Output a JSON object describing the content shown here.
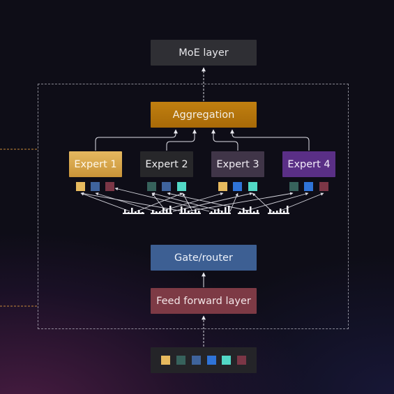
{
  "diagram": {
    "moe_layer_label": "MoE layer",
    "aggregation_label": "Aggregation",
    "gate_router_label": "Gate/router",
    "feed_forward_label": "Feed forward layer",
    "experts": [
      {
        "label": "Expert 1"
      },
      {
        "label": "Expert 2"
      },
      {
        "label": "Expert 3"
      },
      {
        "label": "Expert 4"
      }
    ]
  },
  "colors": {
    "token_gold": "#e7ba5e",
    "token_dark_teal": "#37625c",
    "token_steel_blue": "#3f639c",
    "token_bright_blue": "#2f73d8",
    "token_cyan": "#52d8c6",
    "token_maroon": "#7b3646",
    "aggregation": "#b37510",
    "gate_router": "#3d5f93",
    "feed_forward": "#7d3a45",
    "expert_4": "#5a2f86"
  },
  "icons": [
    "token-square",
    "bar-histogram-glyph",
    "arrow-up"
  ]
}
